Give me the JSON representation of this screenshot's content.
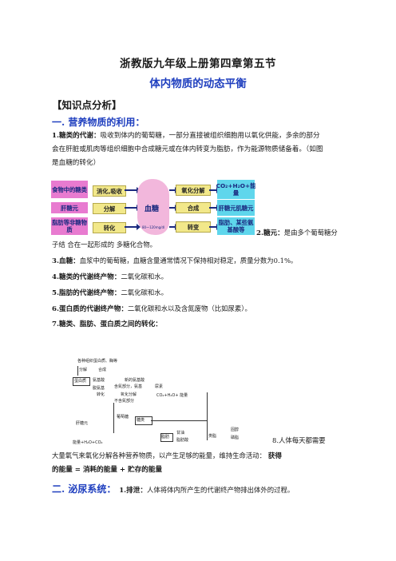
{
  "doc": {
    "title": "浙教版九年级上册第四章第五节",
    "subtitle": "体内物质的动态平衡",
    "knowledge_header": "【知识点分析】",
    "section1": "一. 营养物质的利用：",
    "p1_label": "1.糖类的代谢：",
    "p1_line1": "吸收到体内的葡萄糖，一部分直接被组织细胞用以氧化供能，多余的部分",
    "p1_line2": "会在肝脏或肌肉等组织细胞中合成糖元或在体内转变为脂肪，作为能源物质储备着。（如图",
    "p1_line3": "是血糖的转化）",
    "p2_label": "2.糖元：",
    "p2_text_a": "是由多个葡萄糖分",
    "p2_text_b": "子结  合在一起形成的  多糖化合物。",
    "p3_label": "3.血糖：",
    "p3_text": "血浆中的葡萄糖，血糖含量通常情况下保持相对稳定，质量分数为",
    "p3_pct": "0.1%",
    "p3_end": "。",
    "p4_label": "4.糖类的代谢终产物：",
    "p4_text": "二氧化碳和水。",
    "p5_label": "5.脂肪的代谢终产物：",
    "p5_text": "二氧化碳和水。",
    "p6_label": "6.蛋白质的代谢终产物：",
    "p6_text": "二氧化碳和水以及含氮废物（比如尿素）。",
    "p7_label": "7.糖类、脂肪、蛋白质之间的转化：",
    "p8_label": "8.",
    "p8_text_a": "人体每天都需要",
    "p8_text_b": "大量氧气来氧化分解各种营养物质，以产生足够的能量，维持生命活动：",
    "p8_bold_a": "获得",
    "p8_bold_b": "的能量 = 消耗的能量 + 贮存的能量",
    "section2": "二. 泌尿系统：",
    "s2_label": "1.排泄：",
    "s2_text": "人体将体内所产生的代谢终产物排出体外的过程。"
  },
  "diagram1": {
    "food_sugar": "食物中的糖类",
    "liver_glycogen": "肝糖元",
    "fat_nonsugar": "脂肪等非糖物质",
    "digest": "消化,吸收",
    "decompose": "分解",
    "transform": "转化",
    "blood_sugar": "血糖",
    "range": "80～120mg/dl",
    "oxidize": "氧化分解",
    "synthesize": "合成",
    "convert": "转变",
    "co2_energy": "CO₂+H₂O+能量",
    "glycogen": "肝糖元肌糖元",
    "fat_amino": "脂肪、某些氨基酸等"
  },
  "diagram2": {
    "protein_food": "各种组织蛋白质、酶等",
    "synth": "合成",
    "break": "分解",
    "protein": "蛋白质",
    "amino": "氨基酸",
    "new_amino": "新的氨基酸",
    "deamin": "脱氨基",
    "nitro": "含氮部分，氨基",
    "urea": "尿素",
    "convert": "转化",
    "nonnitro": "不含氮部分",
    "oxdecomp": "氧化分解",
    "energy": "CO₂+H₂O+ 能量",
    "glycogen": "肝糖元",
    "glucose": "葡萄糖",
    "sugar": "糖类",
    "fat": "脂肪",
    "glycerol": "甘油",
    "fatty_acid": "脂肪酸",
    "steroid": "固醇",
    "lipid": "类脂",
    "phospho": "磷脂",
    "ox_energy": "能量+H₂O+CO₂"
  }
}
